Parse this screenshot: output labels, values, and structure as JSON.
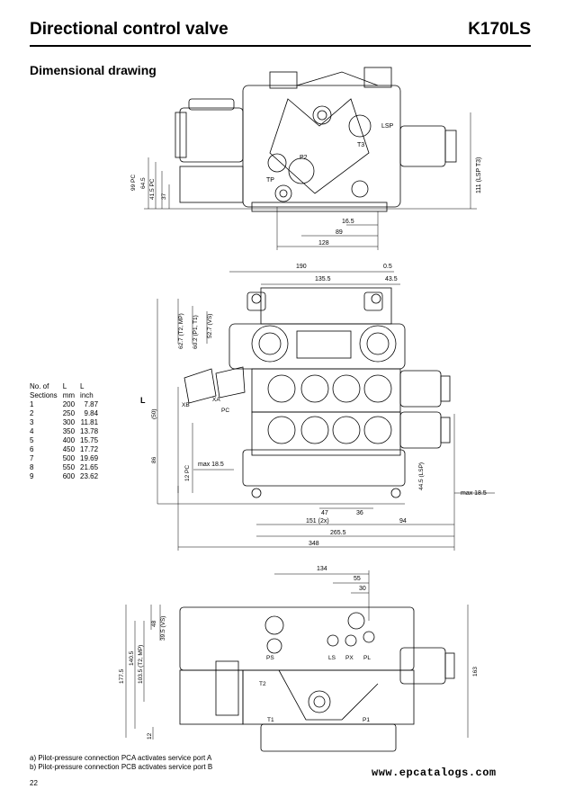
{
  "header": {
    "title": "Directional control valve",
    "model": "K170LS"
  },
  "section_title": "Dimensional drawing",
  "table": {
    "headers": [
      [
        "No. of",
        "L",
        "L"
      ],
      [
        "Sections",
        "mm",
        "inch"
      ]
    ],
    "rows": [
      [
        "1",
        "200",
        "7.87"
      ],
      [
        "2",
        "250",
        "9.84"
      ],
      [
        "3",
        "300",
        "11.81"
      ],
      [
        "4",
        "350",
        "13.78"
      ],
      [
        "5",
        "400",
        "15.75"
      ],
      [
        "6",
        "450",
        "17.72"
      ],
      [
        "7",
        "500",
        "19.69"
      ],
      [
        "8",
        "550",
        "21.65"
      ],
      [
        "9",
        "600",
        "23.62"
      ]
    ]
  },
  "view1": {
    "dims": [
      "16.5",
      "89",
      "128",
      "111 (LSP T3)",
      "99 PC",
      "64.5",
      "41.5 PC",
      "37"
    ],
    "ports": [
      "P2",
      "TP",
      "LSP",
      "T3"
    ]
  },
  "view2": {
    "dims": [
      "190",
      "0.5",
      "135.5",
      "43.5",
      "62.7 (T2, MP)",
      "60.2 (P1, T1)",
      "52.7 (VS)",
      "(50)",
      "L",
      "86",
      "12 PC",
      "max 18.5",
      "44.5 (LSP)",
      "max 18.5",
      "47",
      "36",
      "151 (2x)",
      "94",
      "265.5",
      "348"
    ],
    "ports": [
      "PC",
      "XB",
      "XA"
    ]
  },
  "view3": {
    "dims": [
      "134",
      "55",
      "30",
      "48",
      "39.5 (VS)",
      "140.5",
      "103.5 (T2, MP)",
      "177.5",
      "163",
      "12"
    ],
    "ports": [
      "PS",
      "LS",
      "PX",
      "PL",
      "T2",
      "P1",
      "T1"
    ]
  },
  "notes": [
    "a) Pilot-pressure connection PCA activates service port A",
    "b) Pilot-pressure connection PCB activates service port B"
  ],
  "page_number": "22",
  "watermark": "www.epcatalogs.com"
}
